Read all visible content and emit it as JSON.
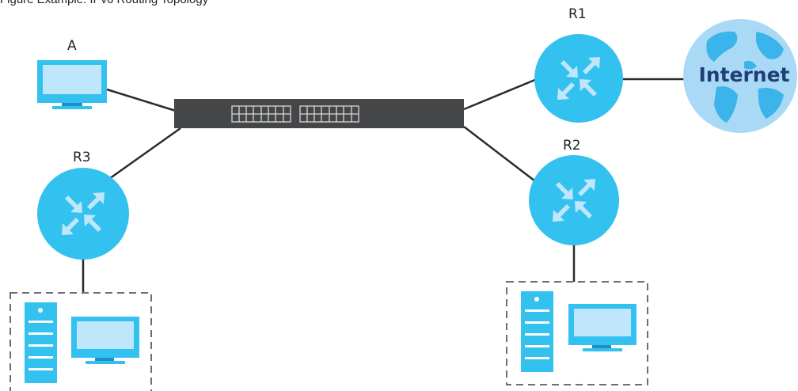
{
  "caption": "Figure   Example: IPv6 Routing Topology",
  "nodes": {
    "a": {
      "label": "A"
    },
    "r1": {
      "label": "R1"
    },
    "r2": {
      "label": "R2"
    },
    "r3": {
      "label": "R3"
    },
    "internet": {
      "label": "Internet"
    }
  },
  "colors": {
    "device_blue": "#33c1f0",
    "device_dark": "#1e8fc8",
    "globe_fill": "#a9d9f5",
    "globe_land": "#3ab4ea",
    "switch_body": "#444648",
    "line": "#2b2b2b",
    "dash_box": "#6f6f6f"
  }
}
